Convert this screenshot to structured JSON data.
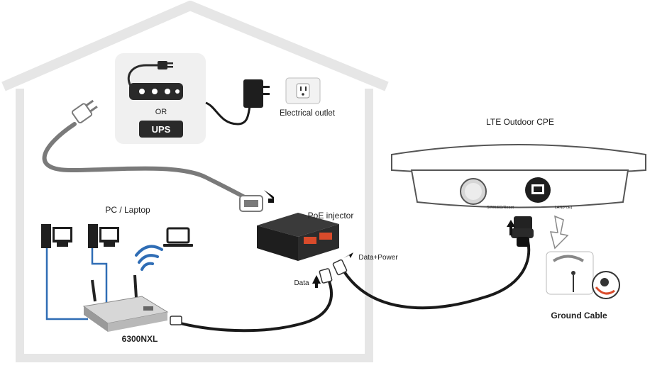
{
  "labels": {
    "or_text": "OR",
    "ups": "UPS",
    "electrical_outlet": "Electrical outlet",
    "lte_cpe": "LTE Outdoor CPE",
    "port_left": "SIM/LED/Reset",
    "port_right": "LAN(PoE)",
    "pc_laptop": "PC / Laptop",
    "poe_injector": "PoE injector",
    "data_power": "Data+Power",
    "data": "Data",
    "ground_cable": "Ground Cable",
    "router_model": "6300NXL"
  },
  "colors": {
    "house_outline": "#e6e6e6",
    "cable_gray": "#7a7a7a",
    "cable_black": "#1a1a1a",
    "lan_blue": "#2f6db5",
    "poe_red": "#d94b2b",
    "panel_gray": "#f0f0f0"
  },
  "icons": {
    "power_strip": "power-strip-icon",
    "ups": "ups-icon",
    "adapter": "power-adapter-icon",
    "outlet": "wall-outlet-icon",
    "pc": "desktop-pc-icon",
    "laptop": "laptop-icon",
    "wifi": "wifi-icon",
    "router": "router-icon",
    "injector": "poe-injector-icon",
    "cpe": "lte-cpe-icon",
    "ground": "ground-cable-icon"
  }
}
